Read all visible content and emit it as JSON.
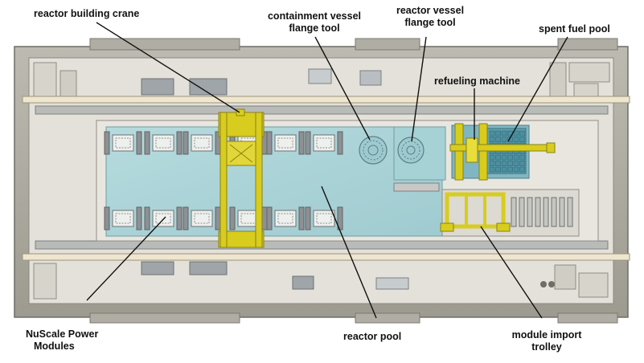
{
  "labels": {
    "reactor_building_crane": "reactor building crane",
    "containment_vessel_flange_tool": [
      "containment vessel",
      "flange tool"
    ],
    "reactor_vessel_flange_tool": [
      "reactor vessel",
      "flange tool"
    ],
    "spent_fuel_pool": "spent fuel pool",
    "refueling_machine": "refueling machine",
    "nuscale_power_modules": [
      "NuScale Power",
      "Modules"
    ],
    "reactor_pool": "reactor pool",
    "module_import_trolley": [
      "module import",
      "trolley"
    ]
  },
  "colors": {
    "building_wall": "#a9a79c",
    "floor": "#e4e2da",
    "pool_water": "#a9d3d7",
    "crane_yellow": "#d8cc1e",
    "rail_cream": "#efe6cf",
    "leader_line": "#111111",
    "fuel_grid": "#3f8fa6"
  }
}
